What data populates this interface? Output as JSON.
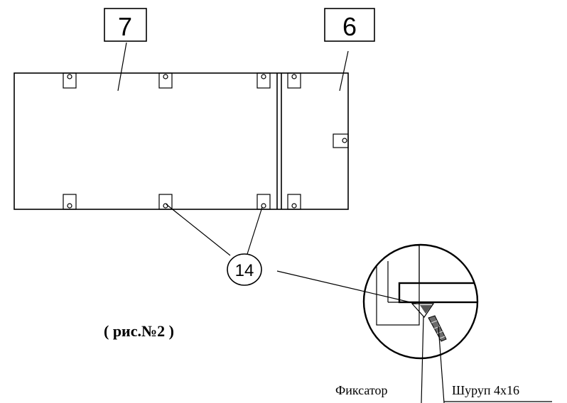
{
  "diagram": {
    "panel_label_left": "7",
    "panel_label_right": "6",
    "part_callout": "14",
    "figure_caption": "( рис.№2 )",
    "label_clip": "Фиксатор",
    "label_screw": "Шуруп 4х16"
  }
}
